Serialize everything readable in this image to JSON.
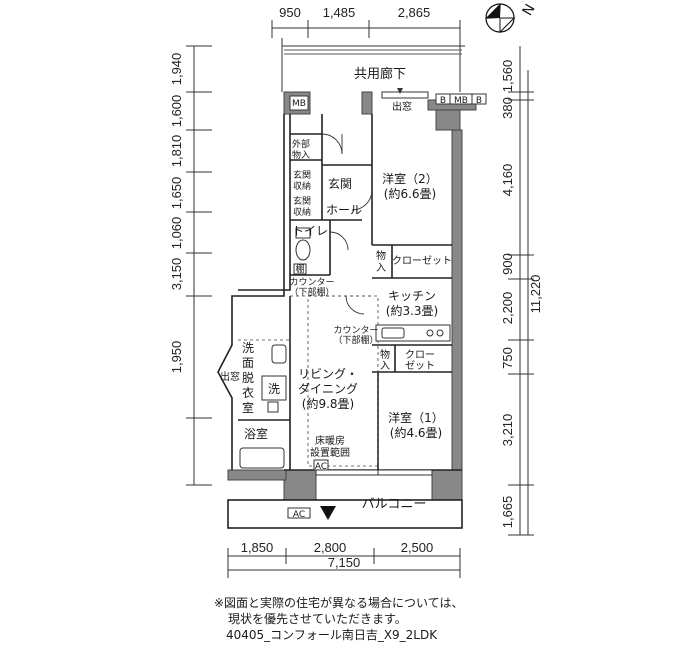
{
  "dimensions": {
    "top": [
      "950",
      "1,485",
      "2,865"
    ],
    "left": [
      "1,940",
      "1,600",
      "1,810",
      "1,650",
      "1,060",
      "3,150",
      "1,950"
    ],
    "right_inner": [
      "1,560",
      "380",
      "4,160",
      "900",
      "2,200",
      "750",
      "3,210",
      "1,665"
    ],
    "right_total": "11,220",
    "bottom": [
      "1,850",
      "2,800",
      "2,500"
    ],
    "bottom_total": "7,150"
  },
  "rooms": {
    "corridor": "共用廊下",
    "balcony": "バルコニー",
    "western2": {
      "name": "洋室（2）",
      "size": "(約6.6畳)"
    },
    "western1": {
      "name": "洋室（1）",
      "size": "(約4.6畳)"
    },
    "kitchen": {
      "name": "キッチン",
      "size": "(約3.3畳)"
    },
    "living": {
      "name": [
        "リビング・",
        "ダイニング"
      ],
      "size": "(約9.8畳)"
    },
    "entrance": "玄関",
    "hall": "ホール",
    "toilet": "トイレ",
    "washroom": [
      "洗",
      "面",
      "脱",
      "衣",
      "室"
    ],
    "bathroom": "浴室",
    "closet1": "クローゼット",
    "closet2": [
      "クロー",
      "ゼット"
    ],
    "storage": [
      "物",
      "入"
    ],
    "outdoor_storage": [
      "外部",
      "物入"
    ],
    "entry_storage": [
      "玄関",
      "収納"
    ],
    "floor_heating": [
      "床暖房",
      "設置範囲"
    ],
    "counter_note": [
      "カウンター",
      "（下部棚）"
    ],
    "window_label": "出窓",
    "shelf": "棚",
    "washer": "洗",
    "mb": "MB",
    "b": "B",
    "ac": "AC"
  },
  "compass": "N",
  "notes": [
    "※図面と実際の住宅が異なる場合については、",
    "現状を優先させていただきます。"
  ],
  "caption": "40405_コンフォール南日吉_X9_2LDK"
}
